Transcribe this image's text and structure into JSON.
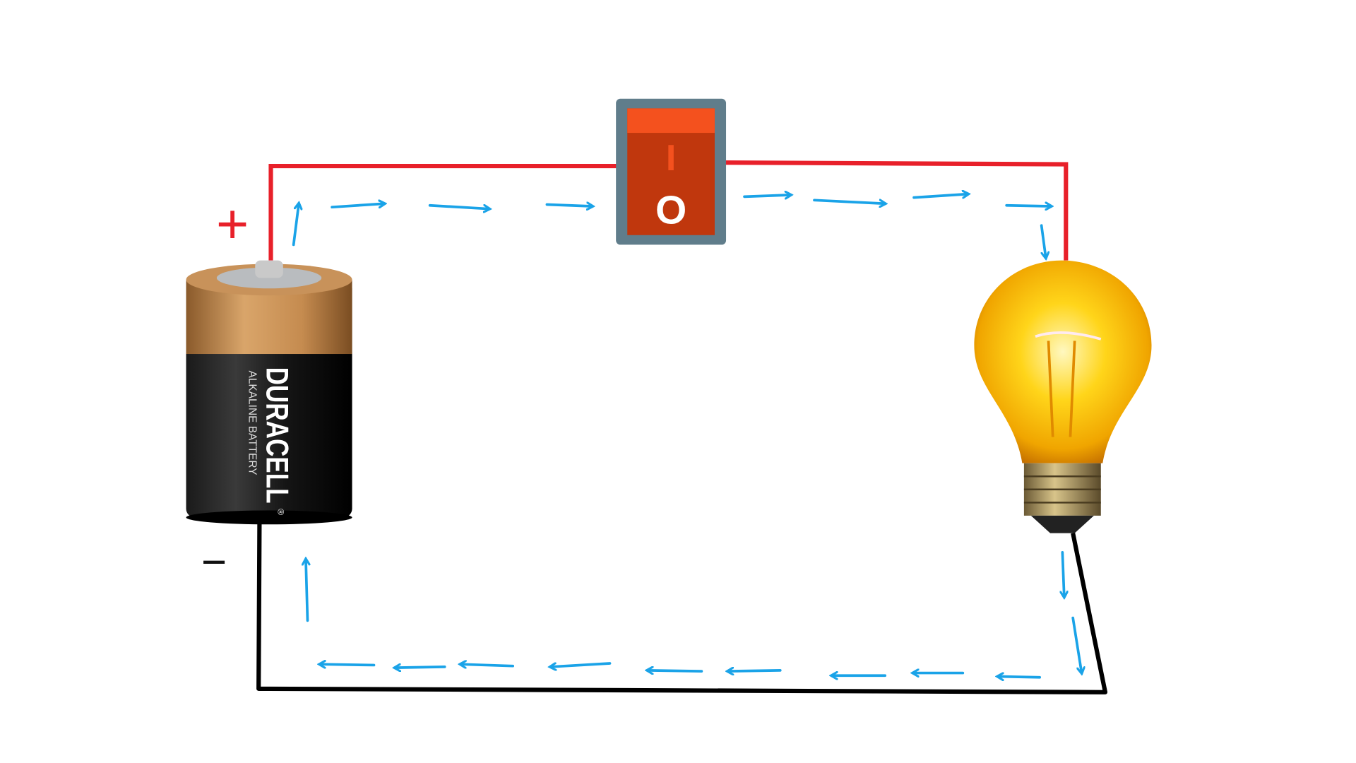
{
  "diagram": {
    "battery": {
      "brand": "DURACELL",
      "registered_mark": "®",
      "subtitle": "ALKALINE BATTERY",
      "positive_label": "+",
      "negative_label": "−"
    },
    "switch": {
      "on_label": "I",
      "off_label": "O"
    },
    "colors": {
      "positive_wire": "#e8202a",
      "negative_wire": "#000000",
      "current_arrows": "#1aa3e8",
      "switch_body": "#c0370d",
      "switch_top": "#f4511e",
      "switch_frame": "#607d8b"
    }
  }
}
